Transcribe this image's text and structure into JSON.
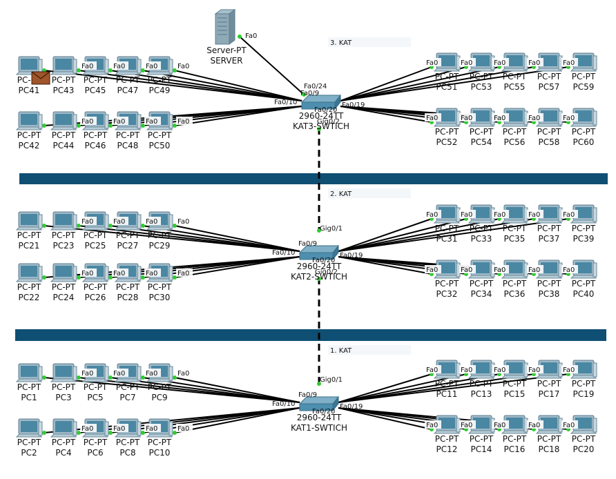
{
  "colors": {
    "floor_band": "#0f4f73",
    "cable": "#000000",
    "link_ok": "#2ecc2e",
    "pc_body": "#9fb9c8",
    "pc_screen": "#4a87a3",
    "floor_label_bg": "#f4f7fa"
  },
  "server": {
    "icon": "server-icon",
    "port": "Fa0",
    "model": "Server-PT",
    "name": "SERVER"
  },
  "envelope": {
    "icon": "envelope-icon"
  },
  "floors": [
    {
      "label": "3. KAT",
      "switch": {
        "icon": "switch-icon",
        "model": "2960-24TT",
        "name": "KAT3-SWTICH",
        "ports": {
          "left_top": "Fa0/9",
          "left": "Fa0/10",
          "right": "Fa0/19",
          "bottom": "Fa0/20",
          "server": "Fa0/24",
          "uplink_down": "Gig0/2"
        }
      },
      "pcs_left_top": [
        "PC41",
        "PC43",
        "PC45",
        "PC47",
        "PC49"
      ],
      "pcs_left_bottom": [
        "PC42",
        "PC44",
        "PC46",
        "PC48",
        "PC50"
      ],
      "pcs_right_top": [
        "PC51",
        "PC53",
        "PC55",
        "PC57",
        "PC59"
      ],
      "pcs_right_bottom": [
        "PC52",
        "PC54",
        "PC56",
        "PC58",
        "PC60"
      ]
    },
    {
      "label": "2. KAT",
      "switch": {
        "icon": "switch-icon",
        "model": "2960-24TT",
        "name": "KAT2-SWTICH",
        "ports": {
          "left_top": "Fa0/9",
          "left": "Fa0/10",
          "right": "Fa0/19",
          "bottom": "Fa0/20",
          "uplink_up": "Gig0/1",
          "uplink_down": "Gig0/2"
        }
      },
      "pcs_left_top": [
        "PC21",
        "PC23",
        "PC25",
        "PC27",
        "PC29"
      ],
      "pcs_left_bottom": [
        "PC22",
        "PC24",
        "PC26",
        "PC28",
        "PC30"
      ],
      "pcs_right_top": [
        "PC31",
        "PC33",
        "PC35",
        "PC37",
        "PC39"
      ],
      "pcs_right_bottom": [
        "PC32",
        "PC34",
        "PC36",
        "PC38",
        "PC40"
      ]
    },
    {
      "label": "1. KAT",
      "switch": {
        "icon": "switch-icon",
        "model": "2960-24TT",
        "name": "KAT1-SWTICH",
        "ports": {
          "left_top": "Fa0/9",
          "left": "Fa0/10",
          "right": "Fa0/19",
          "bottom": "Fa0/20",
          "uplink_up": "Gig0/1"
        }
      },
      "pcs_left_top": [
        "PC1",
        "PC3",
        "PC5",
        "PC7",
        "PC9"
      ],
      "pcs_left_bottom": [
        "PC2",
        "PC4",
        "PC6",
        "PC8",
        "PC10"
      ],
      "pcs_right_top": [
        "PC11",
        "PC13",
        "PC15",
        "PC17",
        "PC19"
      ],
      "pcs_right_bottom": [
        "PC12",
        "PC14",
        "PC16",
        "PC18",
        "PC20"
      ]
    }
  ],
  "pc": {
    "icon": "pc-icon",
    "model": "PC-PT",
    "port": "Fa0"
  }
}
